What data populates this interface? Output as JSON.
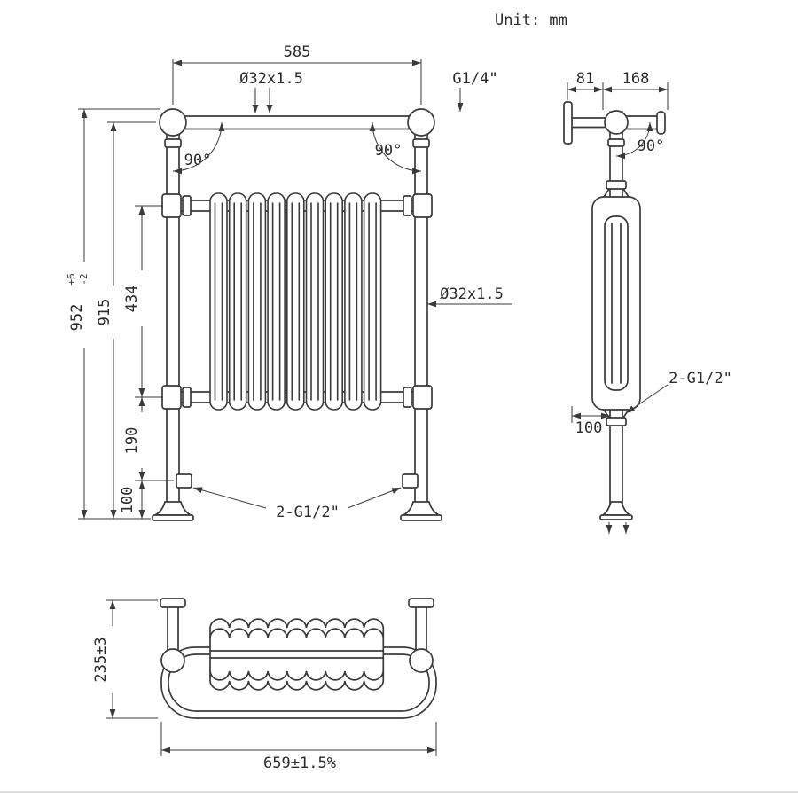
{
  "meta": {
    "unit_label": "Unit: mm"
  },
  "front_view": {
    "dim_width_top": "585",
    "tube_spec_top": "Ø32x1.5",
    "fitting_air_vent": "G1/4\"",
    "angle_left": "90°",
    "angle_right": "90°",
    "dim_height_overall": "952",
    "tol_plus": "+6",
    "tol_minus": "-2",
    "dim_height_rail": "915",
    "dim_radiator_height": "434",
    "dim_lower_section": "190",
    "dim_foot": "100",
    "tube_spec_right": "Ø32x1.5",
    "fitting_bottom": "2-G1/2\""
  },
  "side_view": {
    "dim_bracket_depth": "81",
    "dim_overall_depth": "168",
    "angle": "90°",
    "fitting": "2-G1/2\"",
    "dim_pipe_offset": "100"
  },
  "bottom_view": {
    "dim_depth": "235±3",
    "dim_width": "659±1.5%"
  }
}
